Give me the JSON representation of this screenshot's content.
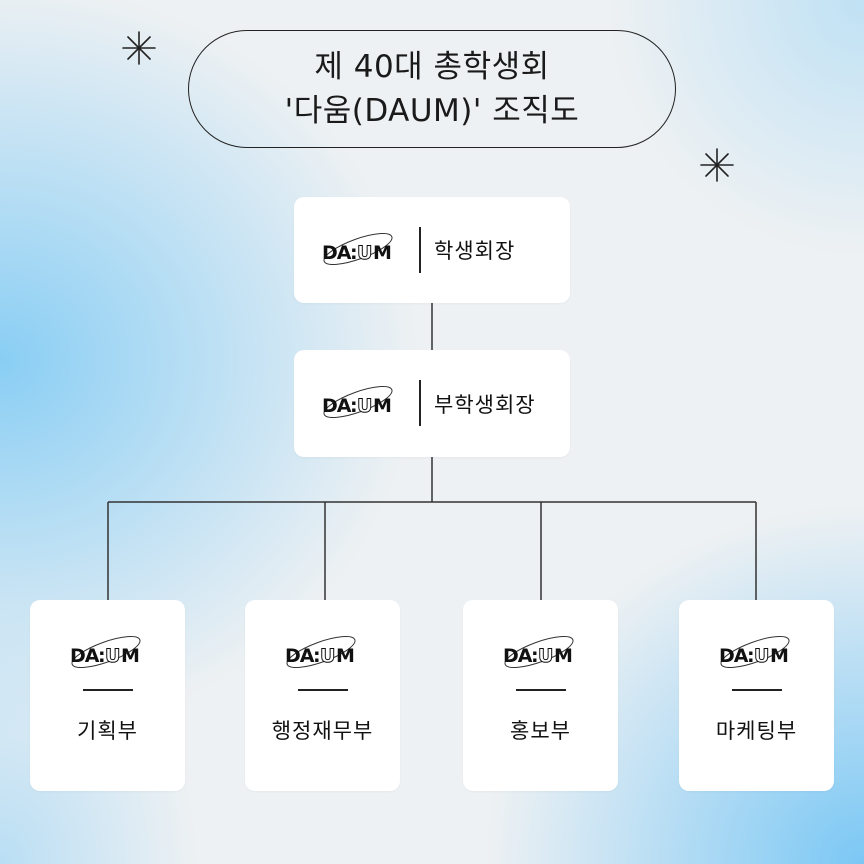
{
  "title": {
    "line1": "제 40대 총학생회",
    "line2": "'다움(DAUM)' 조직도"
  },
  "logo_icon": "daum-logo-icon",
  "org": {
    "president": {
      "label": "학생회장"
    },
    "vice_president": {
      "label": "부학생회장"
    },
    "departments": [
      {
        "label": "기획부"
      },
      {
        "label": "행정재무부"
      },
      {
        "label": "홍보부"
      },
      {
        "label": "마케팅부"
      }
    ]
  },
  "colors": {
    "line": "#333333",
    "box": "#ffffff",
    "text": "#111111",
    "accent_blue": "#7cc8f2"
  }
}
